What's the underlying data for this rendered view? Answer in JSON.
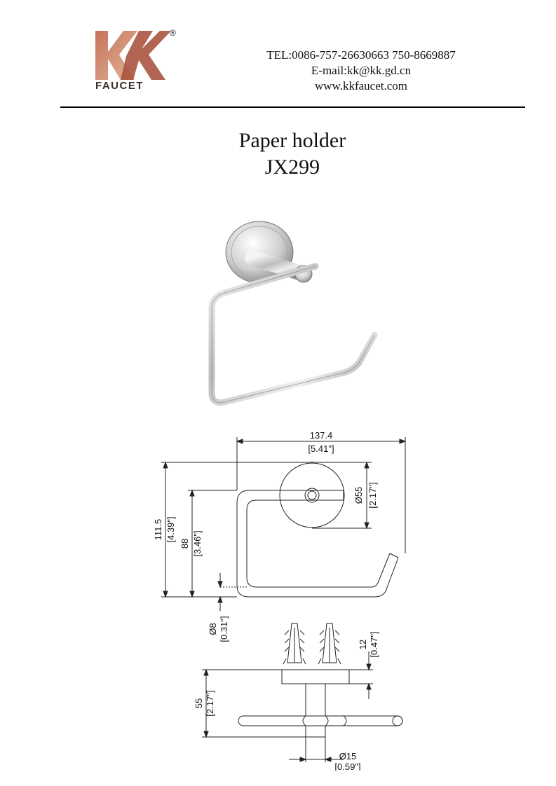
{
  "header": {
    "brand_name": "FAUCET",
    "logo_letters": "KK",
    "registered_mark": "®",
    "tel": "TEL:0086-757-26630663 750-8669887",
    "email": "E-mail:kk@kk.gd.cn",
    "website": "www.kkfaucet.com",
    "logo_colors": [
      "#b5604a",
      "#d7a185"
    ]
  },
  "product": {
    "name": "Paper holder",
    "model": "JX299"
  },
  "dimensions": {
    "width_mm": "137.4",
    "width_in": "[5.41\"]",
    "height_mm": "111.5",
    "height_in": "[4.39\"]",
    "inner_height_mm": "88",
    "inner_height_in": "[3.46\"]",
    "base_dia_mm": "Ø55",
    "base_dia_in": "[2.17\"]",
    "rod_dia_mm": "Ø8",
    "rod_dia_in": "[0.31\"]",
    "base_thickness_mm": "12",
    "base_thickness_in": "[0.47\"]",
    "depth_mm": "55",
    "depth_in": "[2.17\"]",
    "post_dia_mm": "Ø15",
    "post_dia_in": "[0.59\"]"
  }
}
